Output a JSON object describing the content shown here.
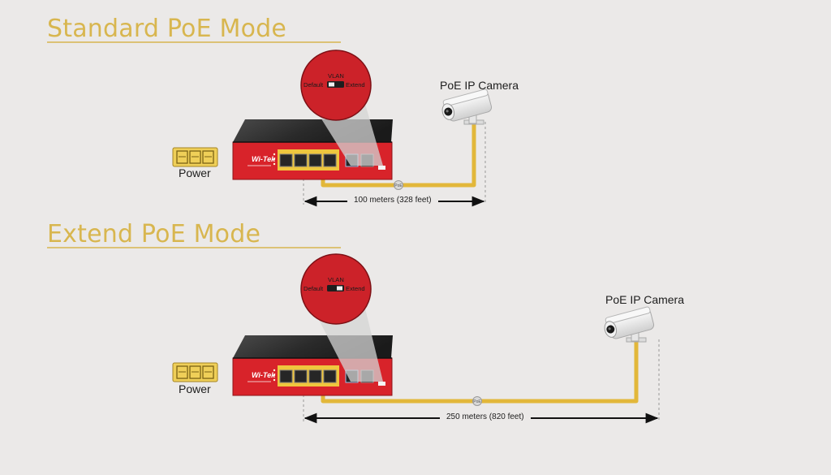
{
  "colors": {
    "background": "#ebe9e8",
    "title": "#d8b64f",
    "cable": "#e2b73a",
    "switch_front": "#d8232a",
    "zoom_circle": "#cc2229"
  },
  "sections": [
    {
      "title": "Standard PoE Mode",
      "switch_brand": "Wi-Tek",
      "power_label": "Power",
      "camera_label": "PoE IP Camera",
      "distance_label": "100 meters (328 feet)",
      "vlan_label": "VLAN",
      "default_label": "Default",
      "extend_label": "Extend",
      "dip_position": "Default",
      "cable_badge": "PoE"
    },
    {
      "title": "Extend PoE Mode",
      "switch_brand": "Wi-Tek",
      "power_label": "Power",
      "camera_label": "PoE IP Camera",
      "distance_label": "250 meters (820 feet)",
      "vlan_label": "VLAN",
      "default_label": "Default",
      "extend_label": "Extend",
      "dip_position": "Extend",
      "cable_badge": "PoE"
    }
  ]
}
